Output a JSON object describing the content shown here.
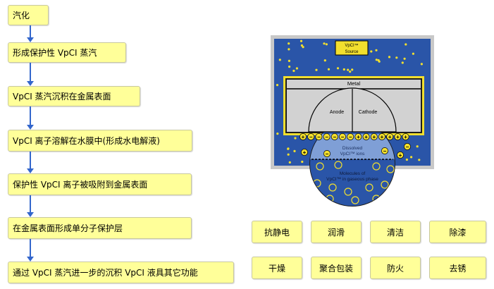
{
  "flow": {
    "steps": [
      "汽化",
      "形成保护性 VpCI 蒸汽",
      "VpCI 蒸汽沉积在金属表面",
      "VpCI 离子溶解在水膜中(形成水电解液)",
      "保护性 VpCI 离子被吸附到金属表面",
      "在金属表面形成单分子保护层",
      "通过 VpCI 蒸汽进一步的沉积 VpCI 液具其它功能"
    ]
  },
  "diagram": {
    "source_label_1": "VpCI™",
    "source_label_2": "Source",
    "metal_label": "Metal",
    "anode_label": "Anode",
    "cathode_label": "Cathode",
    "dissolved_label_1": "Dissolved",
    "dissolved_label_2": "VpCI™ ions",
    "gas_label_1": "Molecules of",
    "gas_label_2": "VpCI™ in gaseous phase",
    "colors": {
      "blue": "#2a55a8",
      "yellow": "#f2df2e",
      "gray": "#d2d2d2"
    }
  },
  "functions": [
    "抗静电",
    "润滑",
    "清洁",
    "除漆",
    "干燥",
    "聚合包装",
    "防火",
    "去锈"
  ]
}
